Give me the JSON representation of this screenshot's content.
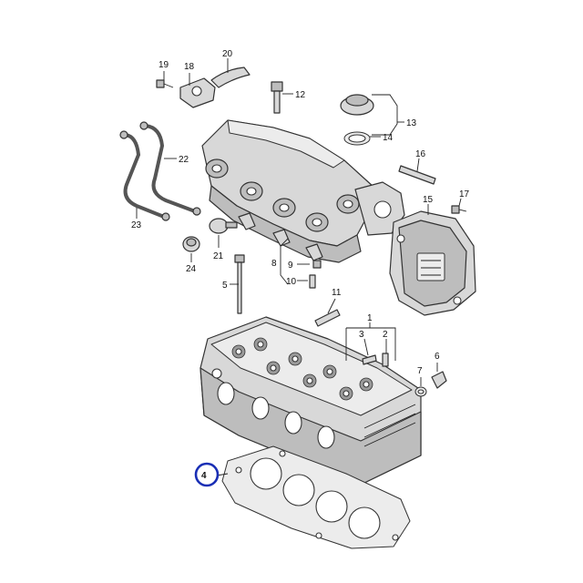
{
  "diagram": {
    "callouts": [
      {
        "id": "1",
        "text": "1"
      },
      {
        "id": "2",
        "text": "2"
      },
      {
        "id": "3",
        "text": "3"
      },
      {
        "id": "4",
        "text": "4"
      },
      {
        "id": "5",
        "text": "5"
      },
      {
        "id": "6",
        "text": "6"
      },
      {
        "id": "7",
        "text": "7"
      },
      {
        "id": "8",
        "text": "8"
      },
      {
        "id": "9",
        "text": "9"
      },
      {
        "id": "10",
        "text": "10"
      },
      {
        "id": "11",
        "text": "11"
      },
      {
        "id": "12",
        "text": "12"
      },
      {
        "id": "13",
        "text": "13"
      },
      {
        "id": "14",
        "text": "14"
      },
      {
        "id": "15",
        "text": "15"
      },
      {
        "id": "16",
        "text": "16"
      },
      {
        "id": "17",
        "text": "17"
      },
      {
        "id": "18",
        "text": "18"
      },
      {
        "id": "19",
        "text": "19"
      },
      {
        "id": "20",
        "text": "20"
      },
      {
        "id": "21",
        "text": "21"
      },
      {
        "id": "22",
        "text": "22"
      },
      {
        "id": "23",
        "text": "23"
      },
      {
        "id": "24",
        "text": "24"
      }
    ],
    "highlighted_callout": "4",
    "highlight_color": "#1a2fb5"
  }
}
